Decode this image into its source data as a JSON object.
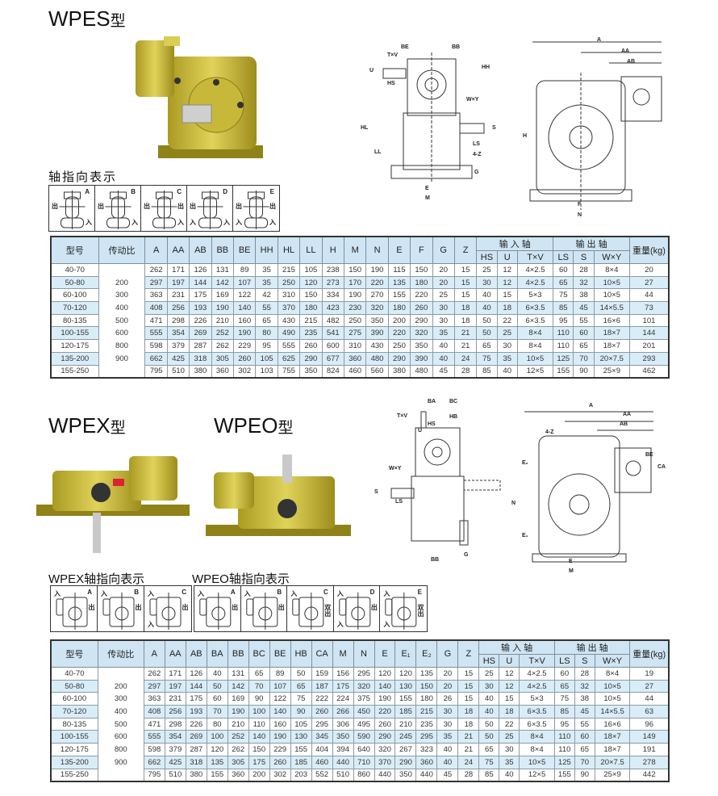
{
  "section1": {
    "title": "WPES",
    "title_suffix": "型",
    "direction_title": "轴指向表示",
    "direction_cells": [
      {
        "letter": "A",
        "labels": [
          "出",
          "入"
        ]
      },
      {
        "letter": "B",
        "labels": [
          "出",
          "入"
        ]
      },
      {
        "letter": "C",
        "labels": [
          "出",
          "出",
          "入"
        ]
      },
      {
        "letter": "D",
        "labels": [
          "出",
          "入",
          "入"
        ]
      },
      {
        "letter": "E",
        "labels": [
          "出",
          "出",
          "入",
          "入"
        ]
      }
    ],
    "drawing_labels_side": [
      "BE",
      "BB",
      "T×V",
      "HH",
      "U",
      "HS",
      "W×Y",
      "S",
      "HL",
      "LL",
      "LS",
      "4-Z",
      "G",
      "E",
      "M"
    ],
    "drawing_labels_front": [
      "A",
      "AA",
      "AB",
      "H",
      "F",
      "N"
    ],
    "table": {
      "model_header": "型号",
      "ratio_header": "传动比",
      "dim_headers": [
        "A",
        "AA",
        "AB",
        "BB",
        "BE",
        "HH",
        "HL",
        "LL",
        "H",
        "M",
        "N",
        "E",
        "F",
        "G",
        "Z"
      ],
      "input_group": "输 入 轴",
      "input_headers": [
        "HS",
        "U",
        "T×V"
      ],
      "output_group": "输 出 轴",
      "output_headers": [
        "LS",
        "S",
        "W×Y"
      ],
      "weight_header": "重量(kg)",
      "rows": [
        {
          "model": "40-70",
          "ratio": "",
          "values": [
            "262",
            "171",
            "126",
            "131",
            "89",
            "35",
            "215",
            "105",
            "238",
            "150",
            "190",
            "115",
            "150",
            "20",
            "15",
            "25",
            "12",
            "4×2.5",
            "60",
            "28",
            "8×4",
            "20"
          ]
        },
        {
          "model": "50-80",
          "ratio": "200",
          "values": [
            "297",
            "197",
            "144",
            "142",
            "107",
            "35",
            "250",
            "120",
            "273",
            "170",
            "220",
            "135",
            "180",
            "20",
            "15",
            "30",
            "12",
            "4×2.5",
            "65",
            "32",
            "10×5",
            "27"
          ]
        },
        {
          "model": "60-100",
          "ratio": "300",
          "values": [
            "363",
            "231",
            "175",
            "169",
            "122",
            "42",
            "310",
            "150",
            "334",
            "190",
            "270",
            "155",
            "220",
            "25",
            "15",
            "40",
            "15",
            "5×3",
            "75",
            "38",
            "10×5",
            "44"
          ]
        },
        {
          "model": "70-120",
          "ratio": "400",
          "values": [
            "408",
            "256",
            "193",
            "190",
            "140",
            "55",
            "370",
            "180",
            "423",
            "230",
            "320",
            "180",
            "260",
            "30",
            "18",
            "40",
            "18",
            "6×3.5",
            "85",
            "45",
            "14×5.5",
            "73"
          ]
        },
        {
          "model": "80-135",
          "ratio": "500",
          "values": [
            "471",
            "298",
            "226",
            "210",
            "160",
            "65",
            "430",
            "215",
            "482",
            "250",
            "350",
            "200",
            "290",
            "30",
            "18",
            "50",
            "22",
            "6×3.5",
            "95",
            "55",
            "16×6",
            "101"
          ]
        },
        {
          "model": "100-155",
          "ratio": "600",
          "values": [
            "555",
            "354",
            "269",
            "252",
            "190",
            "80",
            "490",
            "235",
            "541",
            "275",
            "390",
            "220",
            "320",
            "35",
            "21",
            "50",
            "25",
            "8×4",
            "110",
            "60",
            "18×7",
            "144"
          ]
        },
        {
          "model": "120-175",
          "ratio": "800",
          "values": [
            "598",
            "379",
            "287",
            "262",
            "229",
            "95",
            "555",
            "260",
            "600",
            "310",
            "430",
            "250",
            "350",
            "40",
            "21",
            "65",
            "30",
            "8×4",
            "110",
            "65",
            "18×7",
            "201"
          ]
        },
        {
          "model": "135-200",
          "ratio": "900",
          "values": [
            "662",
            "425",
            "318",
            "305",
            "260",
            "105",
            "625",
            "290",
            "677",
            "360",
            "480",
            "290",
            "390",
            "40",
            "24",
            "75",
            "35",
            "10×5",
            "125",
            "70",
            "20×7.5",
            "293"
          ]
        },
        {
          "model": "155-250",
          "ratio": "",
          "values": [
            "795",
            "510",
            "380",
            "360",
            "302",
            "103",
            "755",
            "350",
            "824",
            "460",
            "560",
            "380",
            "480",
            "45",
            "28",
            "85",
            "40",
            "12×5",
            "155",
            "90",
            "25×9",
            "462"
          ]
        }
      ]
    }
  },
  "section2": {
    "title_x": "WPEX",
    "title_o": "WPEO",
    "title_suffix": "型",
    "wpex_direction_title": "WPEX轴指向表示",
    "wpeo_direction_title": "WPEO轴指向表示",
    "wpex_cells": [
      {
        "letter": "A",
        "labels": [
          "入",
          "出"
        ]
      },
      {
        "letter": "B",
        "labels": [
          "入",
          "出"
        ]
      },
      {
        "letter": "C",
        "labels": [
          "入",
          "入",
          "出"
        ]
      }
    ],
    "wpeo_cells": [
      {
        "letter": "A",
        "labels": [
          "入",
          "出"
        ]
      },
      {
        "letter": "B",
        "labels": [
          "入",
          "出"
        ]
      },
      {
        "letter": "C",
        "labels": [
          "入",
          "双出"
        ]
      },
      {
        "letter": "D",
        "labels": [
          "入",
          "入",
          "出"
        ]
      },
      {
        "letter": "E",
        "labels": [
          "入",
          "入",
          "双出"
        ]
      }
    ],
    "drawing_labels_side": [
      "BA",
      "BC",
      "T×V",
      "HB",
      "HS",
      "U",
      "W×Y",
      "S",
      "LS",
      "BB",
      "G"
    ],
    "drawing_labels_front": [
      "A",
      "AA",
      "AB",
      "4-Z",
      "BE",
      "CA",
      "E₂",
      "N",
      "E₁",
      "E",
      "M"
    ],
    "table": {
      "model_header": "型号",
      "ratio_header": "传动比",
      "dim_headers": [
        "A",
        "AA",
        "AB",
        "BA",
        "BB",
        "BC",
        "BE",
        "HB",
        "CA",
        "M",
        "N",
        "E",
        "E₁",
        "E₂",
        "G",
        "Z"
      ],
      "input_group": "输 入 轴",
      "input_headers": [
        "HS",
        "U",
        "T×V"
      ],
      "output_group": "输 出 轴",
      "output_headers": [
        "LS",
        "S",
        "W×Y"
      ],
      "weight_header": "重量(kg)",
      "rows": [
        {
          "model": "40-70",
          "ratio": "",
          "values": [
            "262",
            "171",
            "126",
            "40",
            "131",
            "65",
            "89",
            "50",
            "159",
            "156",
            "295",
            "120",
            "120",
            "135",
            "20",
            "15",
            "25",
            "12",
            "4×2.5",
            "60",
            "28",
            "8×4",
            "19"
          ]
        },
        {
          "model": "50-80",
          "ratio": "200",
          "values": [
            "297",
            "197",
            "144",
            "50",
            "142",
            "70",
            "107",
            "65",
            "187",
            "175",
            "320",
            "140",
            "130",
            "150",
            "20",
            "15",
            "30",
            "12",
            "4×2.5",
            "65",
            "32",
            "10×5",
            "27"
          ]
        },
        {
          "model": "60-100",
          "ratio": "300",
          "values": [
            "363",
            "231",
            "175",
            "60",
            "169",
            "90",
            "122",
            "75",
            "222",
            "224",
            "375",
            "190",
            "155",
            "180",
            "26",
            "15",
            "40",
            "15",
            "5×3",
            "75",
            "38",
            "10×5",
            "44"
          ]
        },
        {
          "model": "70-120",
          "ratio": "400",
          "values": [
            "408",
            "256",
            "193",
            "70",
            "190",
            "100",
            "140",
            "90",
            "260",
            "266",
            "450",
            "220",
            "185",
            "215",
            "30",
            "18",
            "40",
            "18",
            "6×3.5",
            "85",
            "45",
            "14×5.5",
            "63"
          ]
        },
        {
          "model": "80-135",
          "ratio": "500",
          "values": [
            "471",
            "298",
            "226",
            "80",
            "210",
            "110",
            "160",
            "105",
            "295",
            "306",
            "495",
            "260",
            "210",
            "235",
            "30",
            "18",
            "50",
            "22",
            "6×3.5",
            "95",
            "55",
            "16×6",
            "96"
          ]
        },
        {
          "model": "100-155",
          "ratio": "600",
          "values": [
            "555",
            "354",
            "269",
            "100",
            "252",
            "140",
            "190",
            "130",
            "345",
            "350",
            "590",
            "290",
            "245",
            "295",
            "35",
            "21",
            "50",
            "25",
            "8×4",
            "110",
            "60",
            "18×7",
            "149"
          ]
        },
        {
          "model": "120-175",
          "ratio": "800",
          "values": [
            "598",
            "379",
            "287",
            "120",
            "262",
            "150",
            "229",
            "155",
            "404",
            "394",
            "640",
            "320",
            "267",
            "323",
            "40",
            "21",
            "65",
            "30",
            "8×4",
            "110",
            "65",
            "18×7",
            "191"
          ]
        },
        {
          "model": "135-200",
          "ratio": "900",
          "values": [
            "662",
            "425",
            "318",
            "135",
            "305",
            "175",
            "260",
            "185",
            "460",
            "440",
            "710",
            "370",
            "290",
            "360",
            "40",
            "24",
            "75",
            "35",
            "10×5",
            "125",
            "70",
            "20×7.5",
            "278"
          ]
        },
        {
          "model": "155-250",
          "ratio": "",
          "values": [
            "795",
            "510",
            "380",
            "155",
            "360",
            "200",
            "302",
            "203",
            "552",
            "510",
            "860",
            "440",
            "350",
            "440",
            "45",
            "28",
            "85",
            "40",
            "12×5",
            "155",
            "90",
            "25×9",
            "442"
          ]
        }
      ]
    }
  },
  "colors": {
    "header_bg": "#cfe5f3",
    "row_alt": "#d9edf8",
    "housing": "#c9b83a"
  }
}
